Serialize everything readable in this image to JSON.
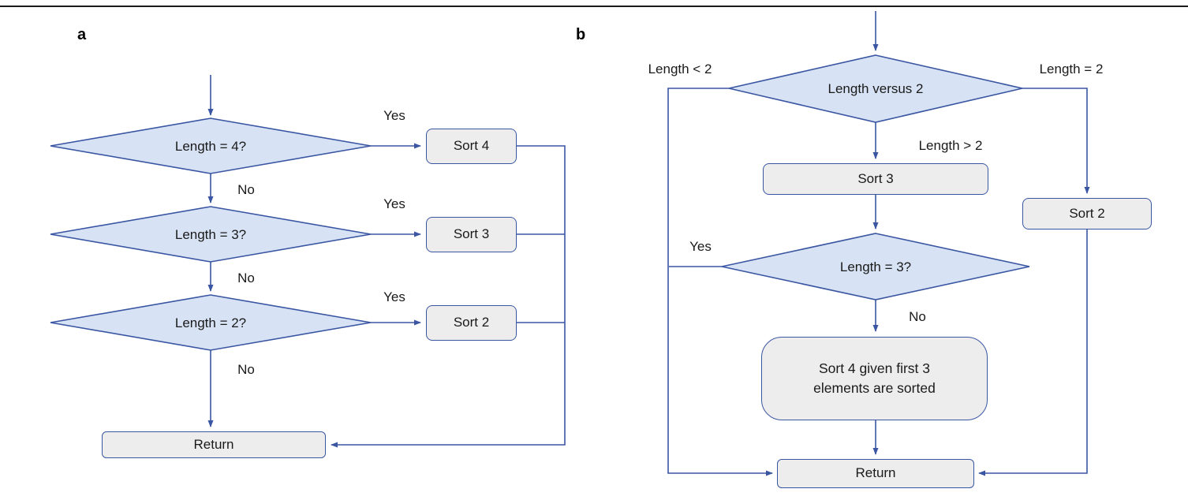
{
  "figure": {
    "type": "flowchart",
    "description": "Two flowcharts comparing variable-length sort routines"
  },
  "panel_a": {
    "label": "a",
    "diamond_1": "Length = 4?",
    "diamond_2": "Length = 3?",
    "diamond_3": "Length = 2?",
    "box_sort4": "Sort 4",
    "box_sort3": "Sort 3",
    "box_sort2": "Sort 2",
    "box_return": "Return",
    "label_yes_1": "Yes",
    "label_yes_2": "Yes",
    "label_yes_3": "Yes",
    "label_no_1": "No",
    "label_no_2": "No",
    "label_no_3": "No"
  },
  "panel_b": {
    "label": "b",
    "diamond_length_vs_2": "Length versus 2",
    "diamond_length_3": "Length = 3?",
    "box_sort3": "Sort 3",
    "box_sort2": "Sort 2",
    "box_sort4_given": "Sort 4 given first 3 elements are sorted",
    "box_return": "Return",
    "label_length_lt_2": "Length < 2",
    "label_length_eq_2": "Length = 2",
    "label_length_gt_2": "Length > 2",
    "label_yes": "Yes",
    "label_no": "No"
  },
  "colors": {
    "line": "#3a56a3",
    "diamond_fill": "#d7e3f4",
    "box_fill": "#ededed",
    "text": "#1a1a1a",
    "top_rule": "#1a1a1a"
  }
}
